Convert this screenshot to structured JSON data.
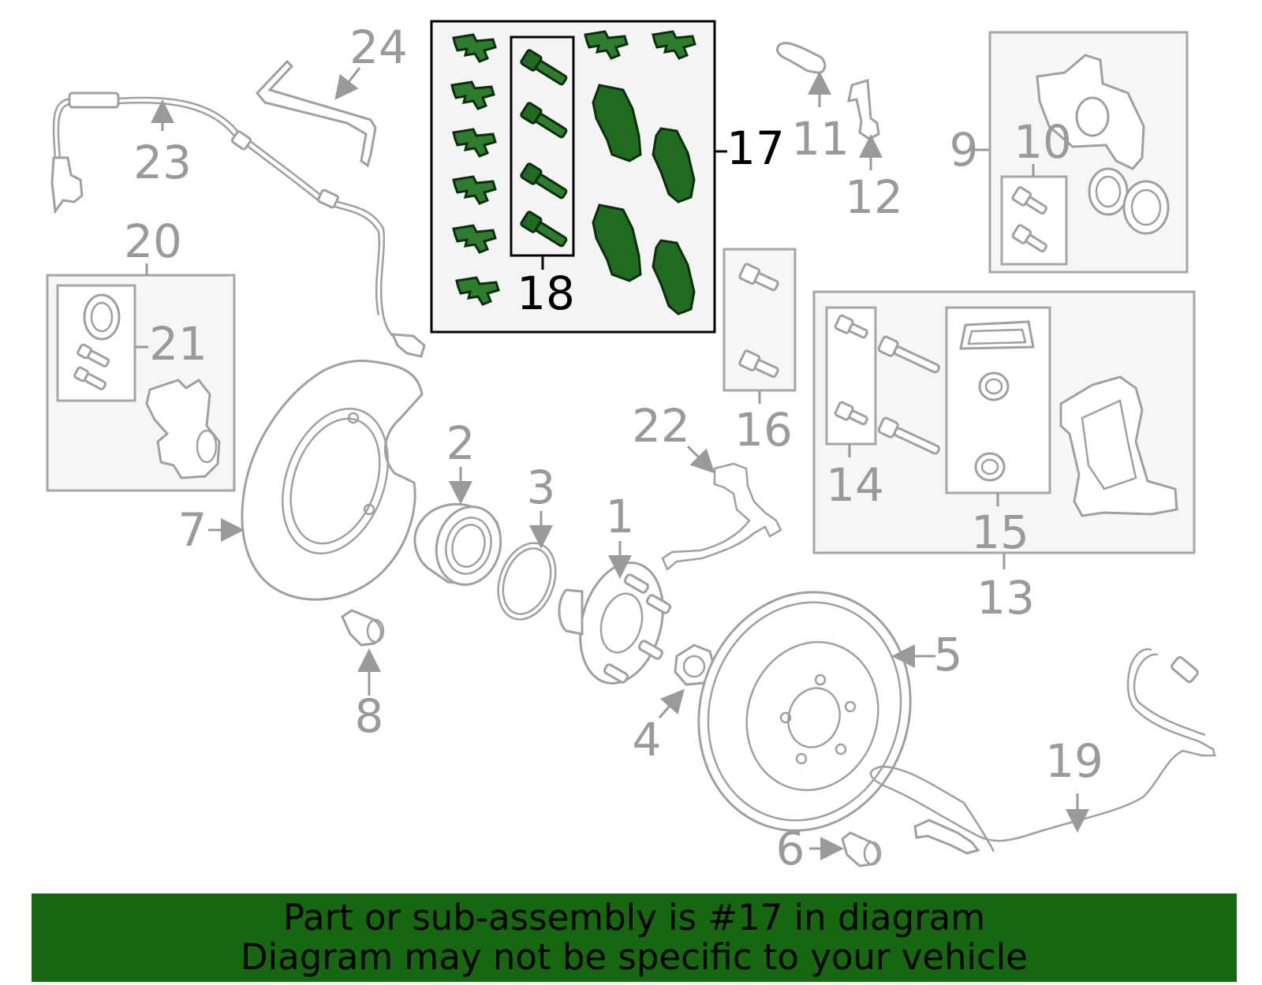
{
  "callouts": {
    "c1": "1",
    "c2": "2",
    "c3": "3",
    "c4": "4",
    "c5": "5",
    "c6": "6",
    "c7": "7",
    "c8": "8",
    "c9": "9",
    "c10": "10",
    "c11": "11",
    "c12": "12",
    "c13": "13",
    "c14": "14",
    "c15": "15",
    "c16": "16",
    "c17": "17",
    "c18": "18",
    "c19": "19",
    "c20": "20",
    "c21": "21",
    "c22": "22",
    "c23": "23",
    "c24": "24"
  },
  "banner": {
    "line1": "Part or sub-assembly is #17 in diagram",
    "line2": "Diagram may not be specific to your vehicle"
  },
  "colors": {
    "highlight_part": "#1f6b1f",
    "banner_background": "#16670f",
    "line_art": "#9a9a9a"
  }
}
